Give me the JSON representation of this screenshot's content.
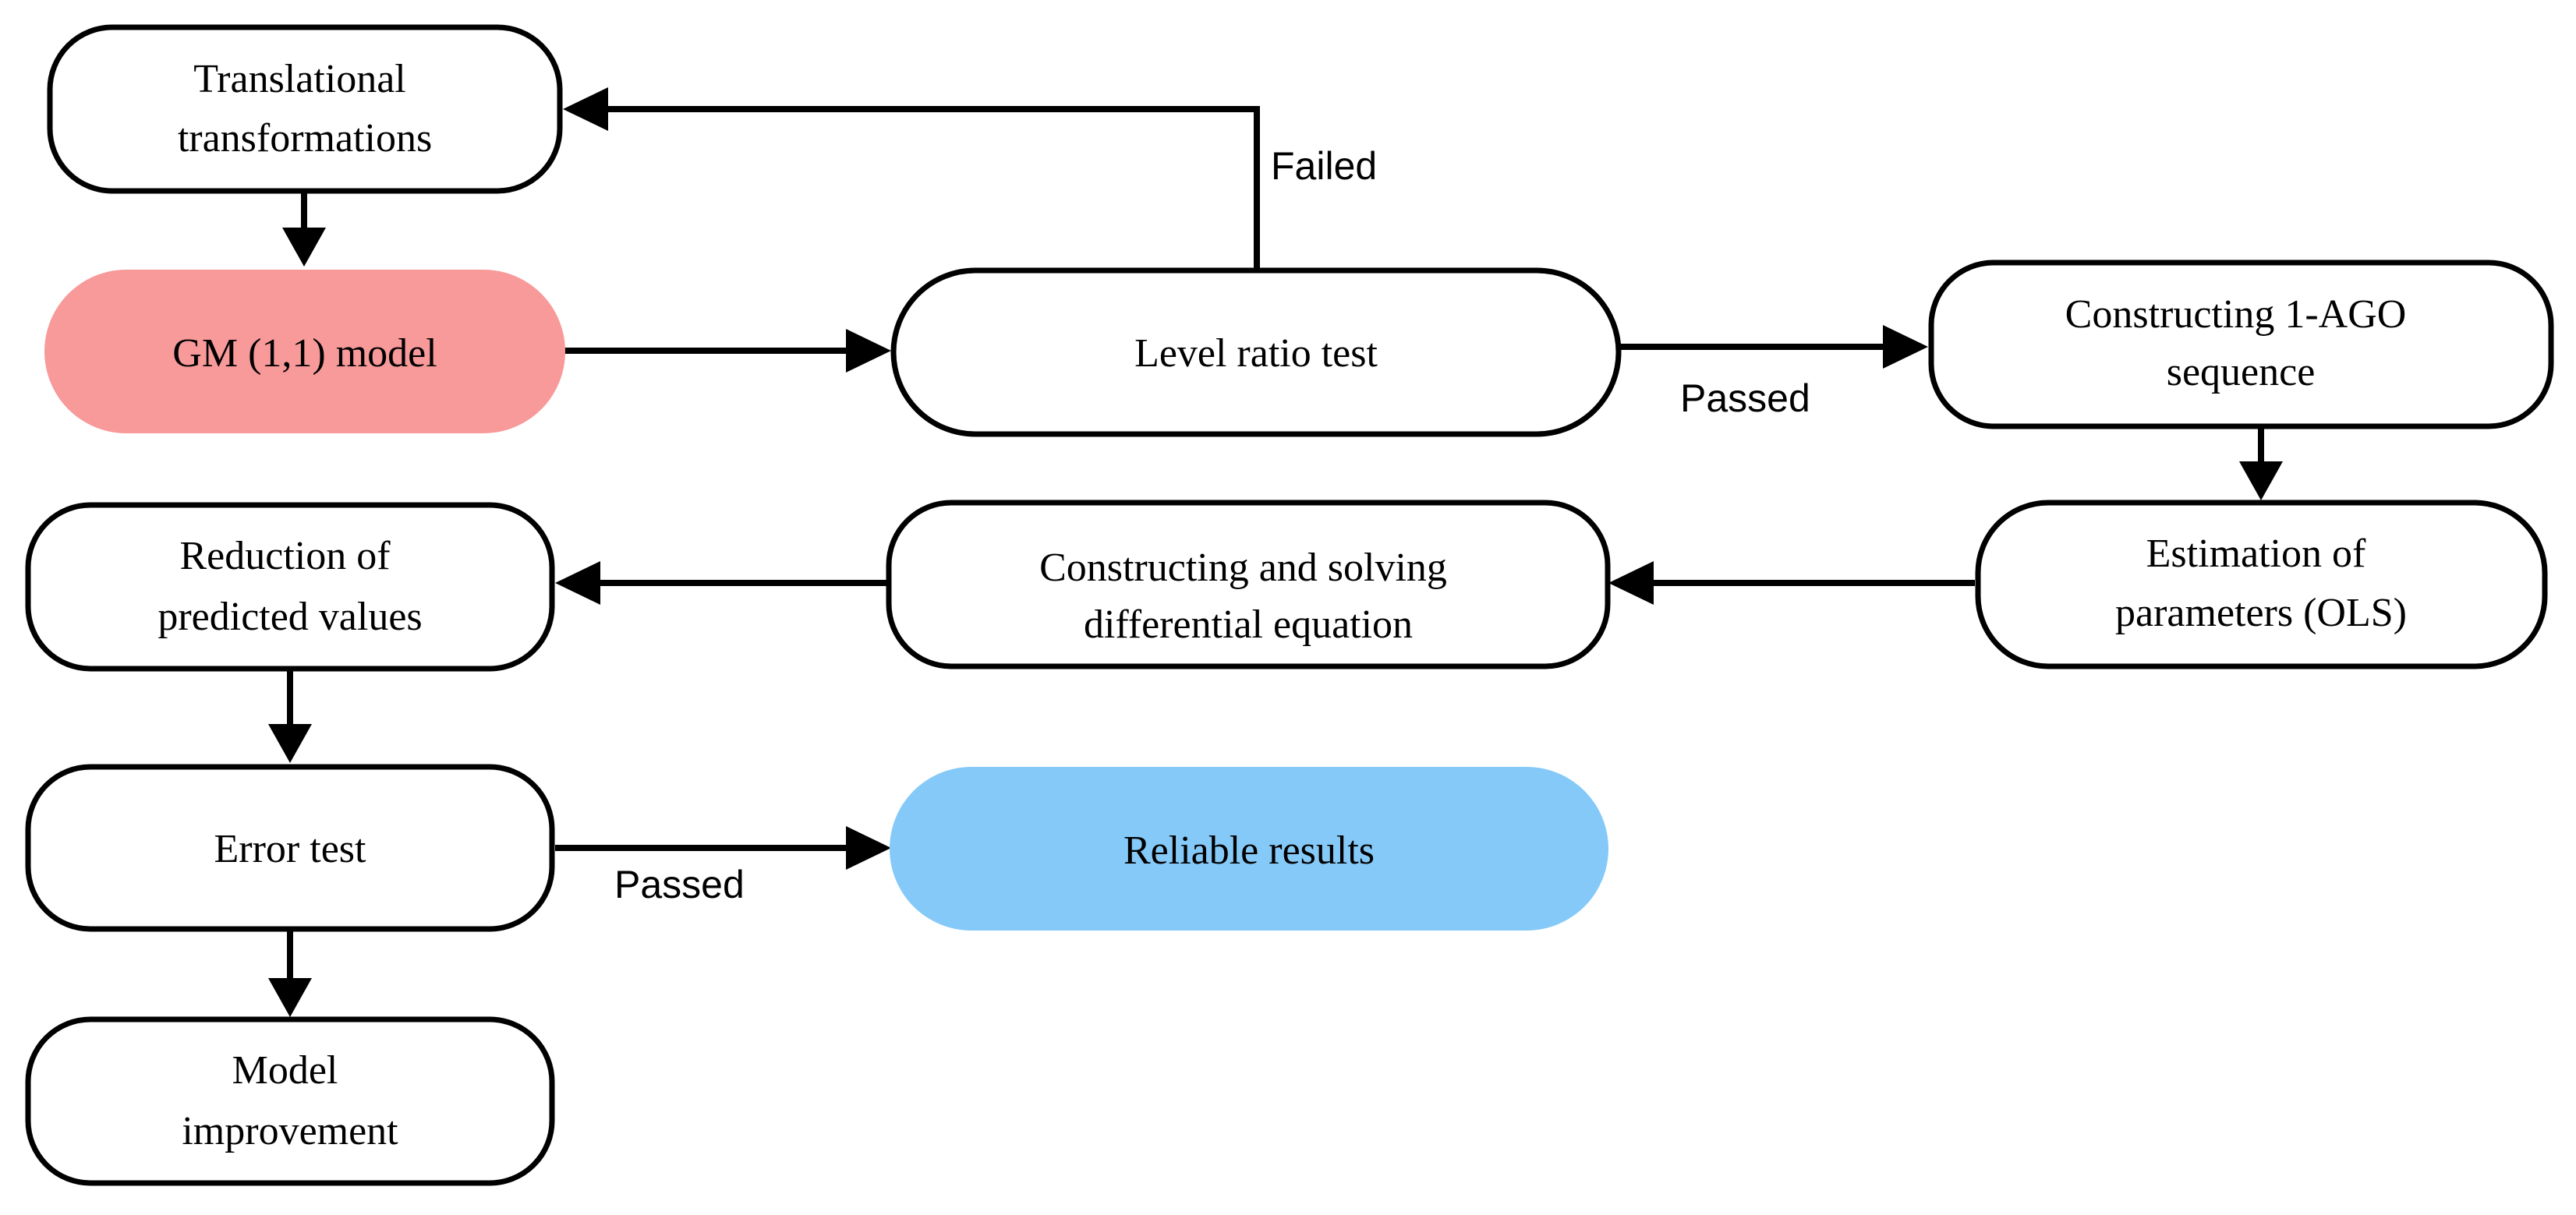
{
  "nodes": {
    "translational": {
      "lines": [
        "Translational",
        "transformations"
      ],
      "fill": "#ffffff"
    },
    "gm_model": {
      "lines": [
        "GM (1,1) model"
      ],
      "fill": "#f8999a"
    },
    "level_ratio": {
      "lines": [
        "Level ratio test"
      ],
      "fill": "#ffffff"
    },
    "ago": {
      "lines": [
        "Constructing 1-AGO",
        "sequence"
      ],
      "fill": "#ffffff"
    },
    "estimation": {
      "lines": [
        "Estimation of",
        "parameters (OLS)"
      ],
      "fill": "#ffffff"
    },
    "differential": {
      "lines": [
        "Constructing and solving",
        "differential equation"
      ],
      "fill": "#ffffff"
    },
    "reduction": {
      "lines": [
        "Reduction of",
        "predicted values"
      ],
      "fill": "#ffffff"
    },
    "error_test": {
      "lines": [
        "Error test"
      ],
      "fill": "#ffffff"
    },
    "reliable": {
      "lines": [
        "Reliable results"
      ],
      "fill": "#85c9f8"
    },
    "improvement": {
      "lines": [
        "Model",
        "improvement"
      ],
      "fill": "#ffffff"
    }
  },
  "edges": {
    "failed_label": "Failed",
    "passed_label_1": "Passed",
    "passed_label_2": "Passed"
  }
}
